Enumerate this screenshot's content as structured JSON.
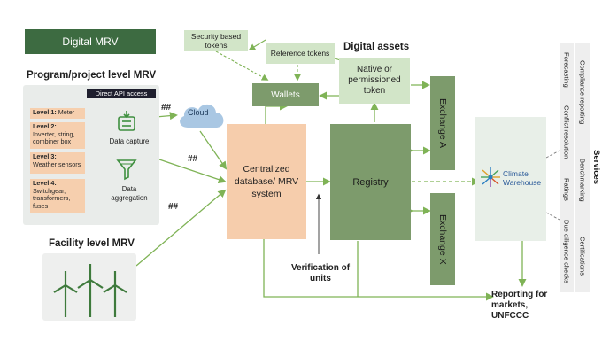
{
  "digital_mrv": "Digital MRV",
  "program_level": {
    "title": "Program/project level MRV",
    "api_access": "Direct API access",
    "levels": [
      {
        "label": "Level 1:",
        "text": "Meter"
      },
      {
        "label": "Level 2:",
        "text": "Inverter, string, combiner box"
      },
      {
        "label": "Level 3:",
        "text": "Weather sensors"
      },
      {
        "label": "Level 4:",
        "text": "Switchgear, transformers, fuses"
      }
    ],
    "data_capture": "Data capture",
    "data_aggregation": "Data aggregation"
  },
  "facility_level": {
    "title": "Facility level MRV"
  },
  "hash_marks": [
    "##",
    "##",
    "##"
  ],
  "cloud": "Cloud",
  "central_db": "Centralized database/ MRV system",
  "verification": "Verification of units",
  "registry": "Registry",
  "digital_assets": {
    "title": "Digital assets",
    "security_tokens": "Security based tokens",
    "reference_tokens": "Reference tokens",
    "native_token": "Native or permissioned token",
    "wallets": "Wallets"
  },
  "exchange_a": "Exchange A",
  "exchange_x": "Exchange X",
  "climate_warehouse": {
    "line1": "Climate",
    "line2": "Warehouse"
  },
  "reporting": "Reporting for markets, UNFCCC",
  "services": {
    "title": "Services",
    "col1": [
      "Forecasting",
      "Conflict resolution",
      "Ratings",
      "Due diligence checks"
    ],
    "col2": [
      "Compliance reporting",
      "Benchmarking",
      "Certifications"
    ]
  },
  "colors": {
    "dark_green": "#3d6b41",
    "mid_green": "#7d9b6c",
    "light_green": "#d2e5c8",
    "peach": "#f6cdac",
    "arrow_green": "#7fb356",
    "cloud_blue": "#a9c7e3"
  }
}
